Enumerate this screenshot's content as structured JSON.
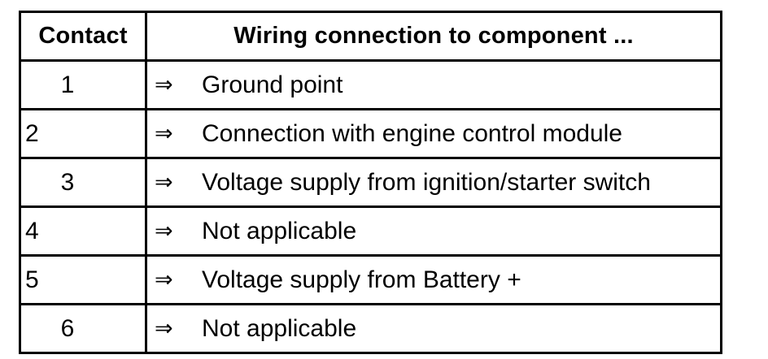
{
  "table": {
    "columns": [
      {
        "key": "contact",
        "header": "Contact"
      },
      {
        "key": "wiring",
        "header": "Wiring connection to component ..."
      }
    ],
    "arrow_icon": "⇒",
    "rows": [
      {
        "contact": "1",
        "contact_align": "center",
        "arrow": "⇒",
        "wiring": "Ground point"
      },
      {
        "contact": "2",
        "contact_align": "left",
        "arrow": "⇒",
        "wiring": "Connection with engine control module"
      },
      {
        "contact": "3",
        "contact_align": "center",
        "arrow": "⇒",
        "wiring": "Voltage supply from ignition/starter switch"
      },
      {
        "contact": "4",
        "contact_align": "left",
        "arrow": "⇒",
        "wiring": "Not applicable"
      },
      {
        "contact": "5",
        "contact_align": "left",
        "arrow": "⇒",
        "wiring": "Voltage supply from Battery +"
      },
      {
        "contact": "6",
        "contact_align": "center",
        "arrow": "⇒",
        "wiring": "Not applicable"
      }
    ]
  },
  "colors": {
    "border": "#000000",
    "text": "#000000",
    "background": "#ffffff"
  }
}
